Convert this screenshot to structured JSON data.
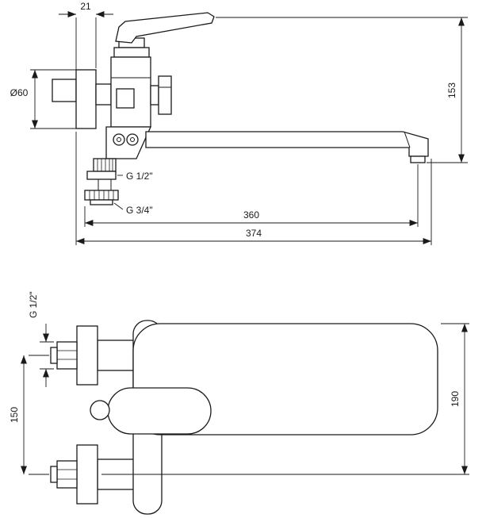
{
  "drawing": {
    "side_view": {
      "dim_escutcheon_depth": "21",
      "dim_escutcheon_diameter": "Ø60",
      "dim_height": "153",
      "inlet_thread_label": "G 1/2\"",
      "shower_thread_label": "G 3/4\"",
      "dim_spout_reach": "360",
      "dim_overall_length": "374"
    },
    "plan_view": {
      "inlet_thread_label": "G 1/2\"",
      "dim_inlet_spacing": "150",
      "dim_overall_depth": "190"
    },
    "style": {
      "line_color": "#1a1a1a",
      "background": "#ffffff"
    }
  }
}
